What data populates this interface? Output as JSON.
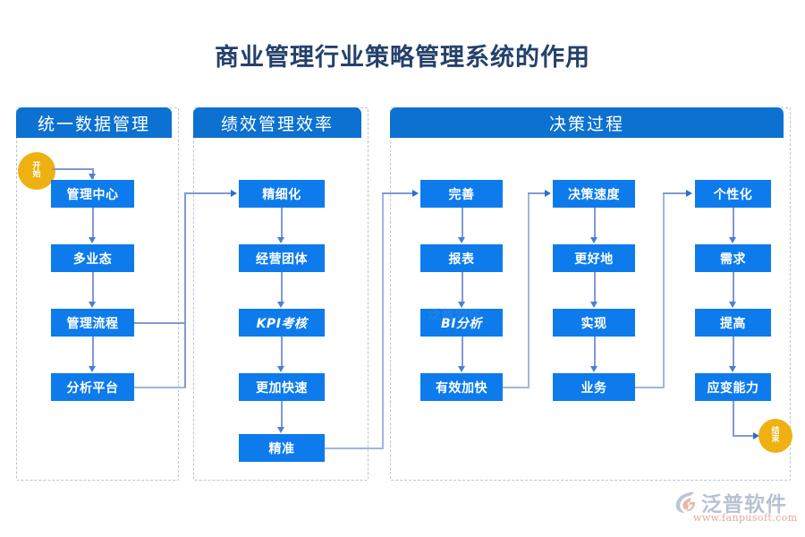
{
  "page": {
    "title": "商业管理行业策略管理系统的作用",
    "accent_blue": "#0d7bec",
    "header_blue": "#0c71d0",
    "title_color": "#24416b",
    "terminator_yellow": "#eeb111",
    "connector_color": "#7e9ad4",
    "panel_border_color": "#b9c4d6"
  },
  "panels": [
    {
      "id": "unified-data",
      "header": "统一数据管理"
    },
    {
      "id": "performance-efficiency",
      "header": "绩效管理效率"
    },
    {
      "id": "decision-process",
      "header": "决策过程"
    }
  ],
  "terminators": {
    "start": {
      "line1": "开",
      "line2": "始"
    },
    "end": {
      "line1": "结",
      "line2": "束"
    }
  },
  "columns": [
    {
      "id": "col-1",
      "panel": "unified-data",
      "nodes": [
        "管理中心",
        "多业态",
        "管理流程",
        "分析平台"
      ]
    },
    {
      "id": "col-2",
      "panel": "performance-efficiency",
      "nodes": [
        "精细化",
        "经营团体",
        "KPI考核",
        "更加快速",
        "精准"
      ]
    },
    {
      "id": "col-3",
      "panel": "decision-process",
      "nodes": [
        "完善",
        "报表",
        "BI分析",
        "有效加快"
      ]
    },
    {
      "id": "col-4",
      "panel": "decision-process",
      "nodes": [
        "决策速度",
        "更好地",
        "实现",
        "业务"
      ]
    },
    {
      "id": "col-5",
      "panel": "decision-process",
      "nodes": [
        "个性化",
        "需求",
        "提高",
        "应变能力"
      ]
    }
  ],
  "watermark": {
    "brand": "泛普软件",
    "url": "www.fanpusoft.com",
    "ghost": "泛普软件"
  }
}
